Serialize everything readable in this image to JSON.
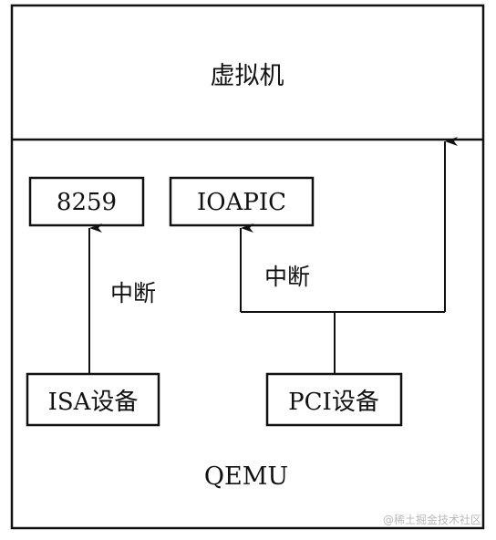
{
  "vm": {
    "label": "虚拟机"
  },
  "qemu": {
    "label": "QEMU"
  },
  "boxes": {
    "pic8259": "8259",
    "ioapic": "IOAPIC",
    "isa_device": "ISA设备",
    "pci_device": "PCI设备"
  },
  "edges": {
    "isa_interrupt": "中断",
    "pci_interrupt": "中断"
  },
  "watermark": "@稀土掘金技术社区",
  "colors": {
    "line": "#111111",
    "background": "#ffffff",
    "watermark": "#b9b9b9"
  }
}
